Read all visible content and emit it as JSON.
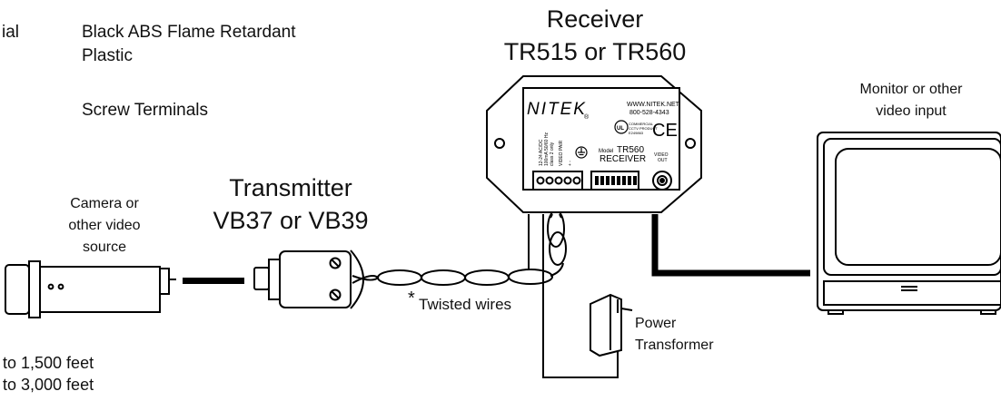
{
  "specs": {
    "material_label_fragment": "ial",
    "material_value_line1": "Black ABS Flame Retardant",
    "material_value_line2": "Plastic",
    "connector_value": "Screw Terminals"
  },
  "receiver": {
    "title_line1": "Receiver",
    "title_line2": "TR515 or TR560",
    "brand": "NITEK",
    "registered": "®",
    "website": "WWW.NITEK.NET",
    "phone": "800-528-4343",
    "ul_mark": "UL",
    "ul_text_line1": "COMMERCIAL",
    "ul_text_line2": "CCTV PRODUCT",
    "ul_text_line3": "E249863",
    "ce_mark": "CE",
    "model_prefix": "Model",
    "model": "TR560",
    "model_sub": "RECEIVER",
    "video_out_line1": "VIDEO",
    "video_out_line2": "OUT",
    "term_label_1": "12-24 AC/DC",
    "term_label_2": "100mA  50/60 Hz",
    "term_label_3": "class 2 only",
    "term_label_4": "VIDEO PAIR",
    "term_label_5": "+   -"
  },
  "monitor": {
    "label_line1": "Monitor or other",
    "label_line2": "video input"
  },
  "transmitter": {
    "title_line1": "Transmitter",
    "title_line2": "VB37 or VB39"
  },
  "camera": {
    "label_line1": "Camera or",
    "label_line2": "other video",
    "label_line3": "source"
  },
  "wires": {
    "asterisk": "*",
    "label": "Twisted wires"
  },
  "power": {
    "label_line1": "Power",
    "label_line2": "Transformer"
  },
  "distances": {
    "line1": "to 1,500 feet",
    "line2": "to 3,000 feet"
  }
}
